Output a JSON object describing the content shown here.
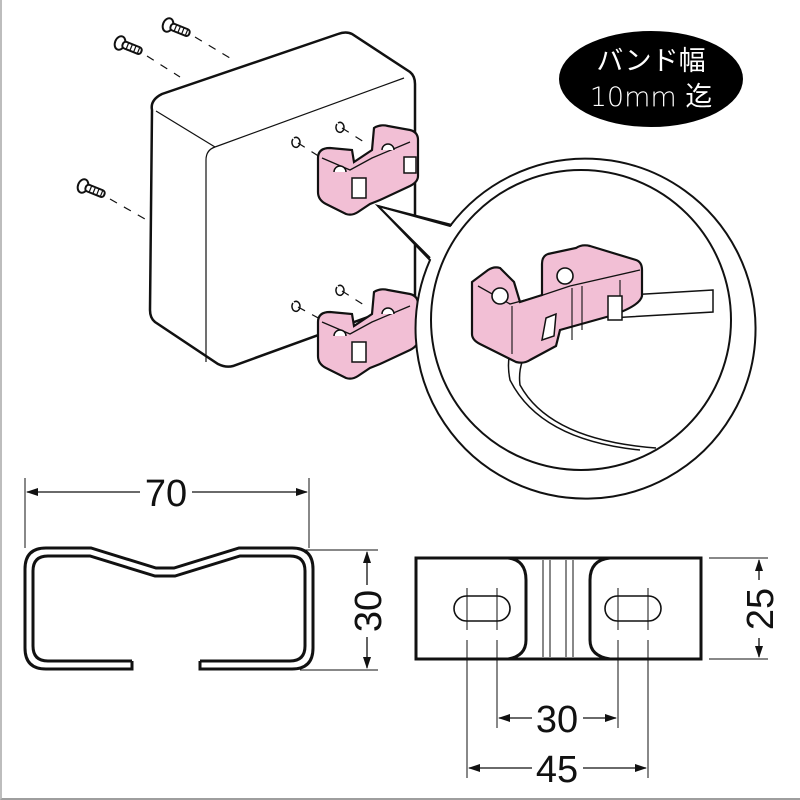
{
  "badge": {
    "line1": "バンド幅",
    "line2": "10mm 迄",
    "bg_color": "#000000",
    "text_color": "#ffffff"
  },
  "colors": {
    "bracket_pink": "#f2bfd5",
    "line": "#111111",
    "box_face": "#ffffff",
    "frame_left": "#bdbdbd",
    "frame_bottom": "#9e9e9e"
  },
  "illustration": {
    "box": "junction-box",
    "screws": 3,
    "brackets": 2,
    "callout": "bracket-with-band-detail"
  },
  "side_view": {
    "width_label": "70",
    "height_label": "30"
  },
  "top_view": {
    "height_label": "25",
    "inner_span_label": "30",
    "outer_span_label": "45"
  }
}
